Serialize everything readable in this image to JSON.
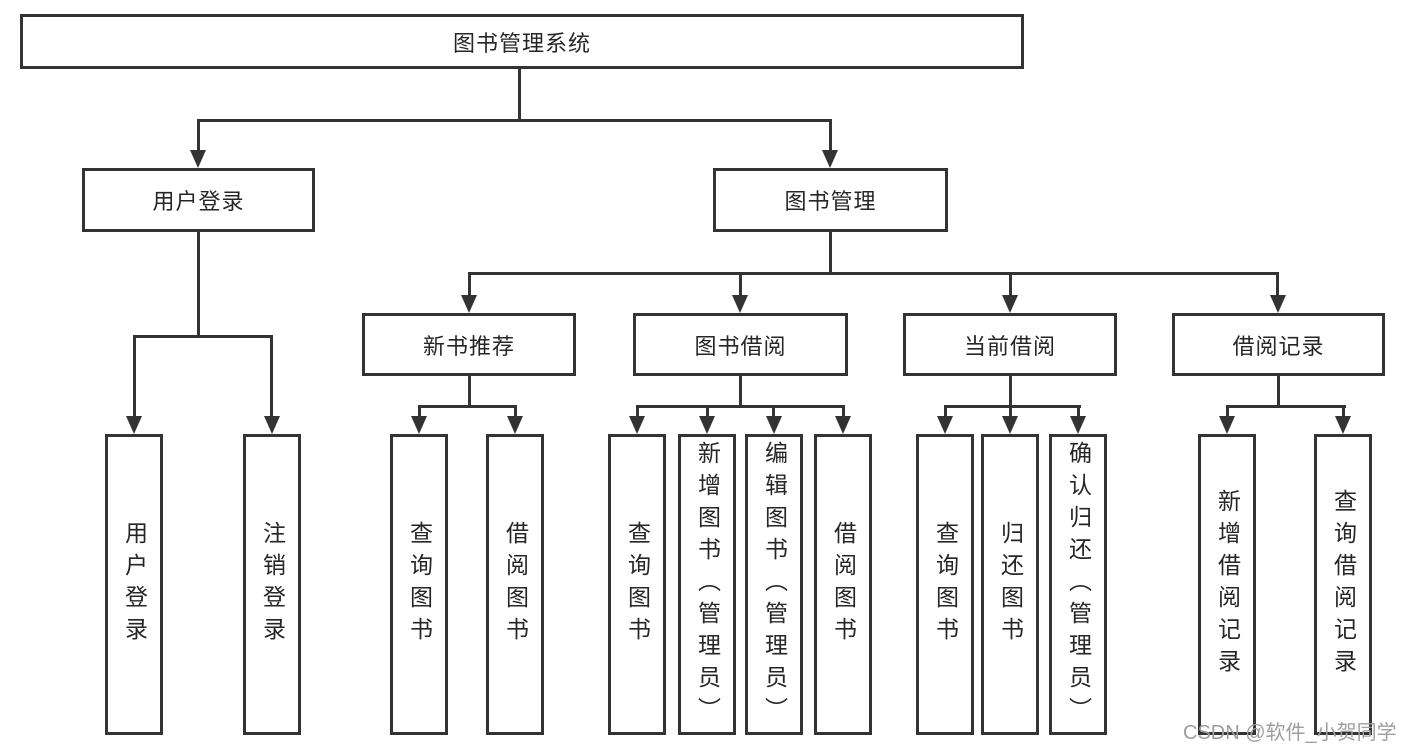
{
  "diagram": {
    "root": "图书管理系统",
    "branches": [
      {
        "label": "用户登录",
        "children": [
          "用户登录",
          "注销登录"
        ]
      },
      {
        "label": "图书管理",
        "groups": [
          {
            "label": "新书推荐",
            "children": [
              "查询图书",
              "借阅图书"
            ]
          },
          {
            "label": "图书借阅",
            "children": [
              "查询图书",
              "新增图书（管理员）",
              "编辑图书（管理员）",
              "借阅图书"
            ]
          },
          {
            "label": "当前借阅",
            "children": [
              "查询图书",
              "归还图书",
              "确认归还（管理员）"
            ]
          },
          {
            "label": "借阅记录",
            "children": [
              "新增借阅记录",
              "查询借阅记录"
            ]
          }
        ]
      }
    ]
  },
  "watermark": "CSDN @软件_小贺同学",
  "colors": {
    "line": "#333333",
    "text": "#262626",
    "watermark": "#9e9e9e",
    "background": "#ffffff"
  }
}
